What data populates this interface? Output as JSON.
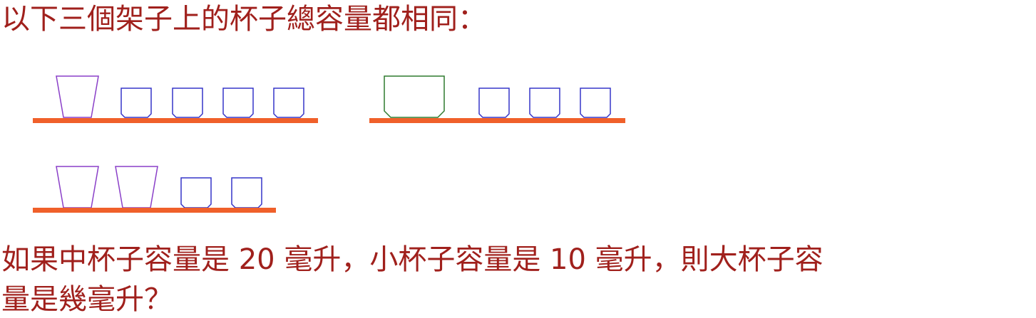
{
  "problem": {
    "intro": "以下三個架子上的杯子總容量都相同：",
    "question_line1": "如果中杯子容量是 20 毫升，小杯子容量是 10 毫升，則大杯子容",
    "question_line2": "量是幾毫升？"
  },
  "shelves": [
    {
      "cups": [
        "large",
        "small",
        "small",
        "small",
        "small"
      ]
    },
    {
      "cups": [
        "medium",
        "small",
        "small",
        "small"
      ]
    },
    {
      "cups": [
        "large",
        "large",
        "small",
        "small"
      ]
    }
  ],
  "colors": {
    "text": "#a0201c",
    "shelf": "#f0602a",
    "large_cup": "#8a3fc8",
    "medium_cup": "#2f7a2f",
    "small_cup": "#3535c8"
  }
}
